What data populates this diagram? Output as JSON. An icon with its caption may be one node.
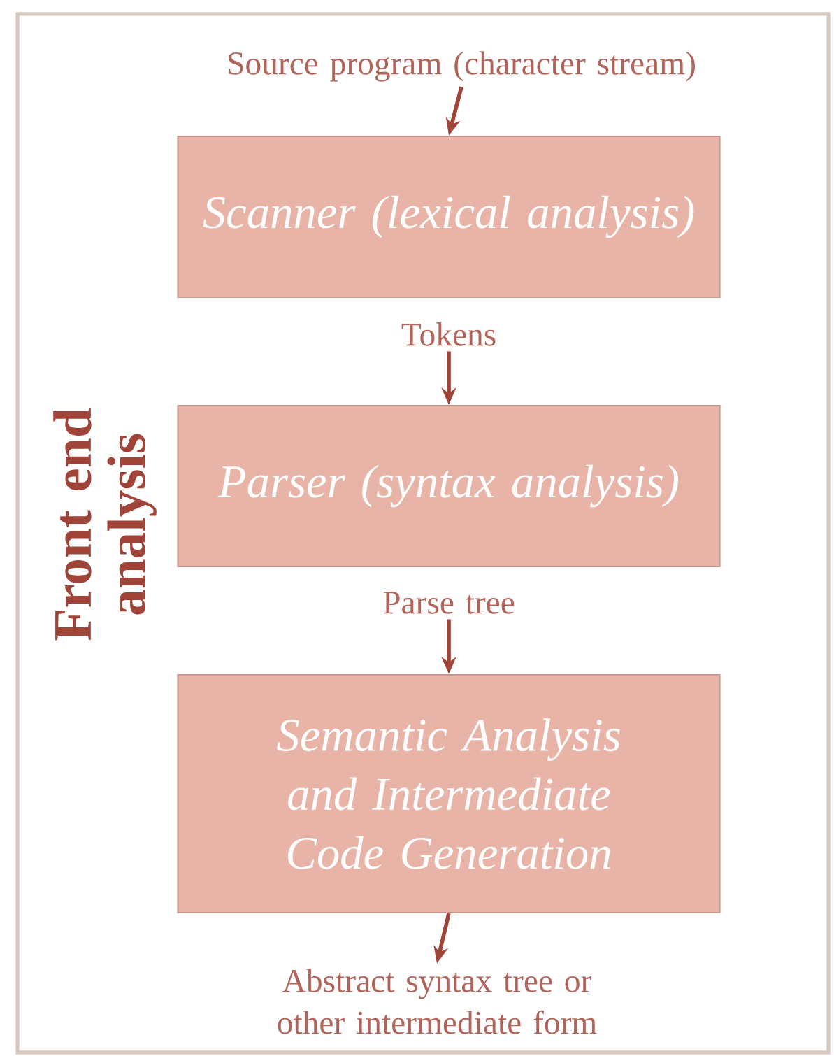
{
  "diagram": {
    "nodes": [
      {
        "text": [
          "Source program (character stream)"
        ]
      },
      {
        "text": [
          "Scanner (lexical analysis)"
        ]
      },
      {
        "text": [
          "Tokens"
        ]
      },
      {
        "text": [
          "Parser (syntax analysis)"
        ]
      },
      {
        "text": [
          "Parse tree"
        ]
      },
      {
        "text": [
          "Semantic Analysis and Intermediate Code Generation"
        ]
      },
      {
        "text": [
          "Abstract syntax tree or other intermediate form"
        ]
      }
    ],
    "edges": [
      {
        "from": 0,
        "to": 1,
        "arrow": "to"
      },
      {
        "from": 2,
        "to": 3,
        "arrow": "to"
      },
      {
        "from": 4,
        "to": 5,
        "arrow": "to"
      },
      {
        "from": 5,
        "to": 6,
        "arrow": "to"
      }
    ],
    "labels": [
      "Front end analysis"
    ]
  }
}
